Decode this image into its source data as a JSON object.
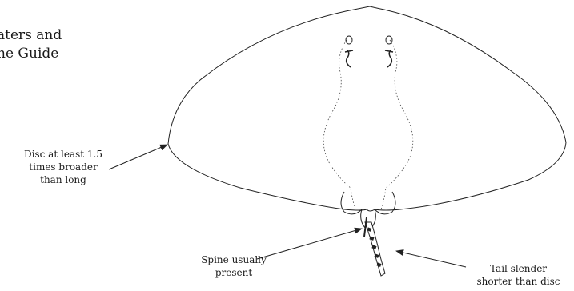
{
  "top_text": "aters and\nhe Guide",
  "labels": {
    "disc": "Disc at least 1.5\ntimes broader\nthan long",
    "spine": "Spine usually\npresent",
    "tail": "Tail slender\nshorter than disc"
  },
  "colors": {
    "outline": "#222222",
    "text": "#1a1a1a"
  }
}
